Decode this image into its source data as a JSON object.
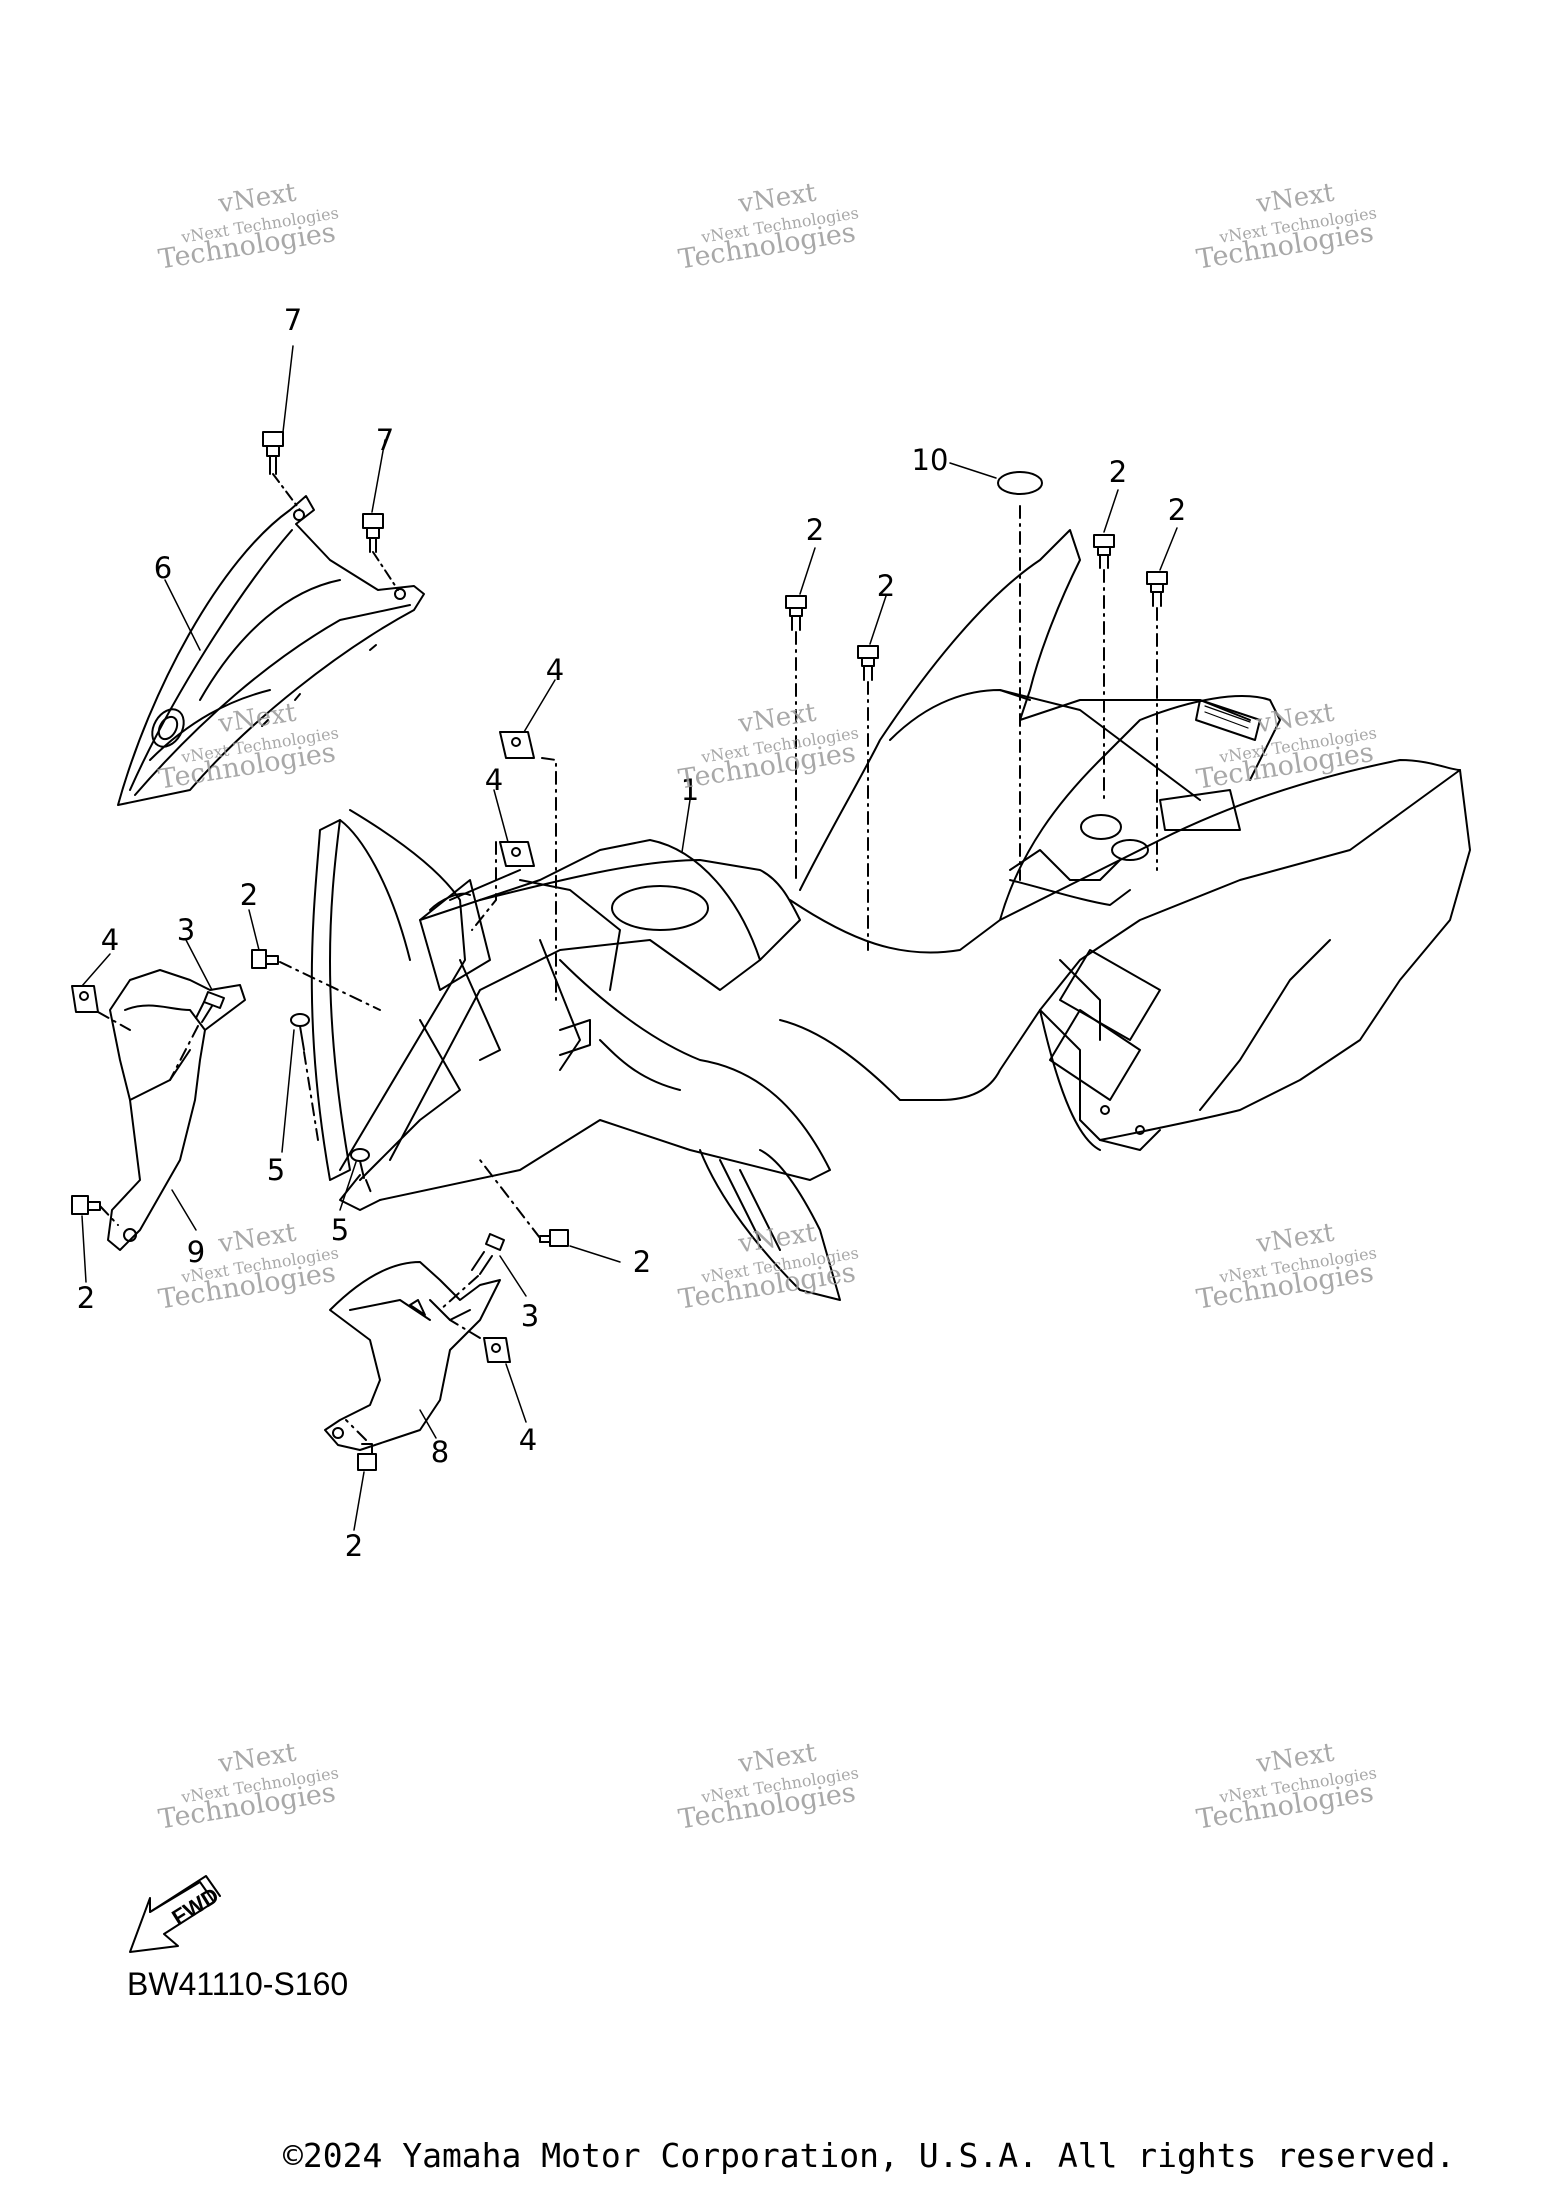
{
  "diagram": {
    "code": "BW41110-S160",
    "copyright": "©2024 Yamaha Motor Corporation, U.S.A. All rights reserved.",
    "fwd_label": "FWD",
    "watermark": {
      "line1": "vNext Technologies",
      "line2": "Technologies",
      "line3": "vNext"
    },
    "callouts": [
      "7",
      "7",
      "6",
      "10",
      "2",
      "2",
      "2",
      "2",
      "4",
      "4",
      "1",
      "2",
      "4",
      "3",
      "5",
      "5",
      "2",
      "9",
      "2",
      "3",
      "4",
      "8",
      "2"
    ]
  }
}
